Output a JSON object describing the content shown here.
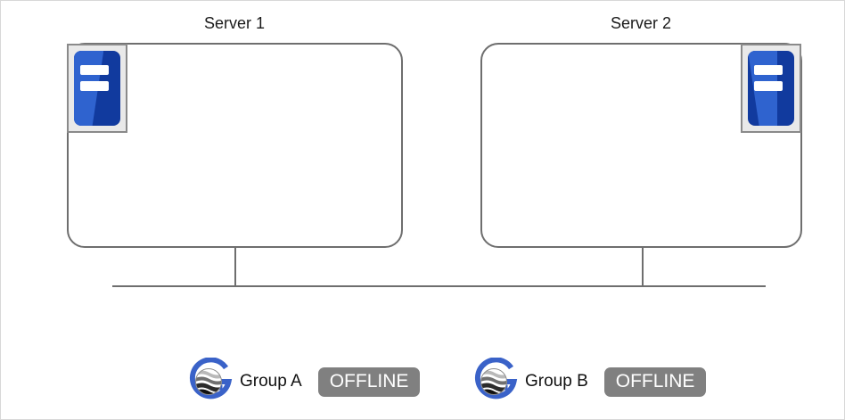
{
  "diagram": {
    "servers": [
      {
        "title": "Server 1",
        "icon": "server-icon"
      },
      {
        "title": "Server 2",
        "icon": "server-icon"
      }
    ],
    "network": {
      "bus_name": "network-bus-line"
    },
    "groups": [
      {
        "logo": "globe-g-logo",
        "label": "Group A",
        "status": "OFFLINE"
      },
      {
        "logo": "globe-g-logo",
        "label": "Group B",
        "status": "OFFLINE"
      }
    ],
    "colors": {
      "status_badge_background": "#808080",
      "status_badge_text": "#ffffff",
      "box_border": "#6e6e6e",
      "line": "#6e6e6e",
      "icon_blue_dark": "#113a9e",
      "icon_blue_light": "#2f63cf",
      "logo_ring_blue": "#3a62c8",
      "canvas_border": "#d8d8d8"
    }
  }
}
